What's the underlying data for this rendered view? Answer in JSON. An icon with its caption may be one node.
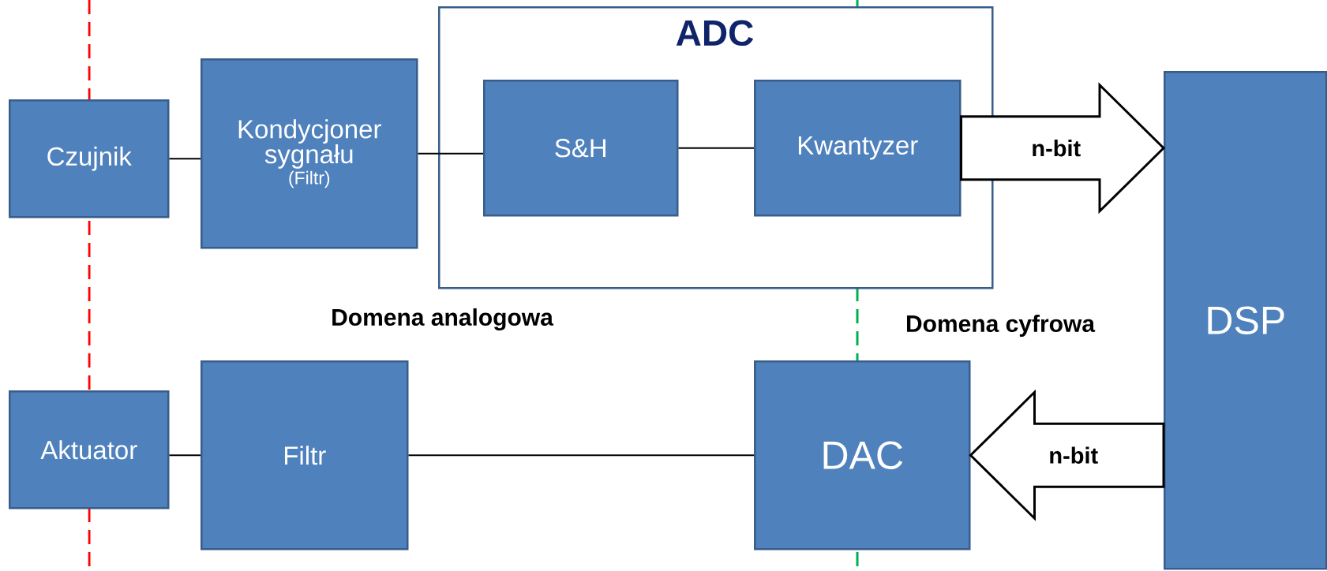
{
  "diagram": {
    "nodes": [
      {
        "text": [
          "Czujnik"
        ]
      },
      {
        "text": [
          "Kondycjoner sygnału",
          "(Filtr)"
        ]
      },
      {
        "text": [
          "ADC"
        ]
      },
      {
        "text": [
          "S&H"
        ],
        "in": 2
      },
      {
        "text": [
          "Kwantyzer"
        ],
        "in": 2
      },
      {
        "text": [
          "DSP"
        ]
      },
      {
        "text": [
          "Aktuator"
        ]
      },
      {
        "text": [
          "Filtr"
        ]
      },
      {
        "text": [
          "DAC"
        ]
      }
    ],
    "edges": [
      {
        "from": 0,
        "to": 1,
        "arrow": "none"
      },
      {
        "from": 1,
        "to": 3,
        "arrow": "none"
      },
      {
        "from": 3,
        "to": 4,
        "arrow": "none"
      },
      {
        "from": 4,
        "to": 5,
        "arrow": "to",
        "label": "n-bit"
      },
      {
        "from": 5,
        "to": 8,
        "arrow": "to",
        "label": "n-bit"
      },
      {
        "from": 8,
        "to": 7,
        "arrow": "none"
      },
      {
        "from": 7,
        "to": 6,
        "arrow": "none"
      }
    ],
    "labels": [
      "Domena analogowa",
      "Domena cyfrowa"
    ]
  }
}
